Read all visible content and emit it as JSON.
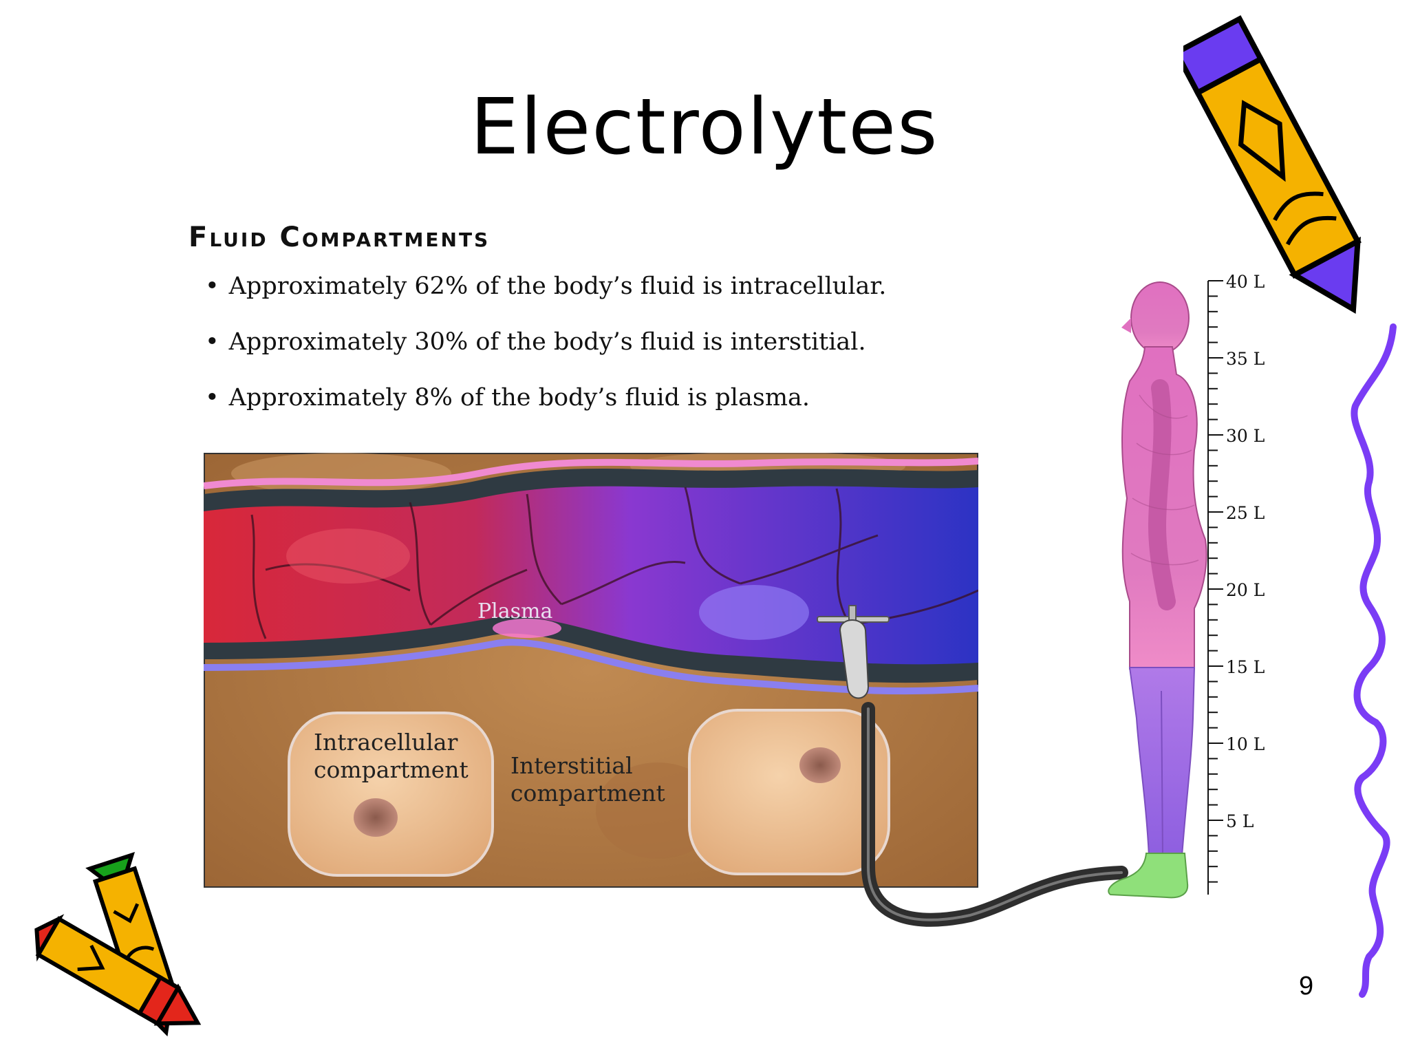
{
  "slide": {
    "title": "Electrolytes",
    "page_number": "9"
  },
  "section": {
    "heading": "Fluid Compartments",
    "bullets": [
      "Approximately 62% of the body’s fluid is intracellular.",
      "Approximately 30% of the body’s fluid is interstitial.",
      "Approximately 8% of the body’s fluid is plasma."
    ]
  },
  "diagram": {
    "plasma_label": "Plasma",
    "intracellular_label_line1": "Intracellular",
    "intracellular_label_line2": "compartment",
    "interstitial_label_line1": "Interstitial",
    "interstitial_label_line2": "compartment"
  },
  "volume_scale": {
    "labels": [
      "40 L",
      "35 L",
      "30 L",
      "25 L",
      "20 L",
      "15 L",
      "10 L",
      "5 L"
    ]
  },
  "decorations": {
    "top_pencil": "pencil-icon",
    "bottom_pencils": "crayon-icon",
    "side_line": "wavy-line"
  },
  "colors": {
    "pencil_yellow": "#f5b200",
    "pencil_purple": "#6a3cf0",
    "crayon_red": "#e3261b",
    "crayon_green": "#17a11b",
    "tissue_brown": "#b27a47",
    "plasma_red": "#d0233a",
    "plasma_blue": "#3a36c6",
    "body_pink": "#e27cc1",
    "body_purple": "#a070e6",
    "feet_green": "#8fe07a"
  }
}
